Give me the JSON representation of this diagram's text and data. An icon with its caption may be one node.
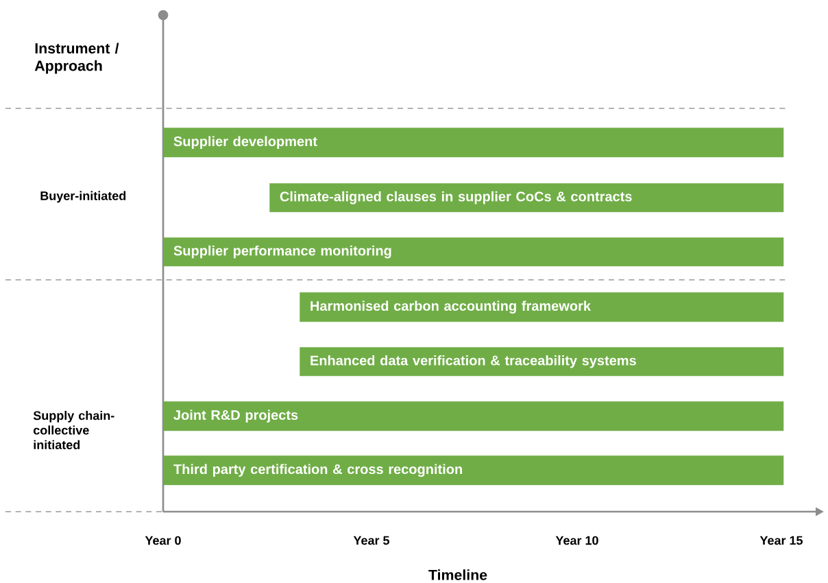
{
  "diagram": {
    "nodes": [
      {
        "text": [
          "Supplier development"
        ]
      },
      {
        "text": [
          "Climate-aligned clauses in supplier CoCs & contracts"
        ]
      },
      {
        "text": [
          "Supplier performance monitoring"
        ]
      },
      {
        "text": [
          "Harmonised carbon accounting framework"
        ]
      },
      {
        "text": [
          "Enhanced data verification & traceability systems"
        ]
      },
      {
        "text": [
          "Joint R&D projects"
        ]
      },
      {
        "text": [
          "Third party certification & cross recognition"
        ]
      }
    ],
    "labels": [
      "Instrument / Approach",
      "Buyer-initiated",
      "Supply chain-collective initiated",
      "Year 0",
      "Year 5",
      "Year 10",
      "Year 15",
      "Timeline"
    ]
  }
}
